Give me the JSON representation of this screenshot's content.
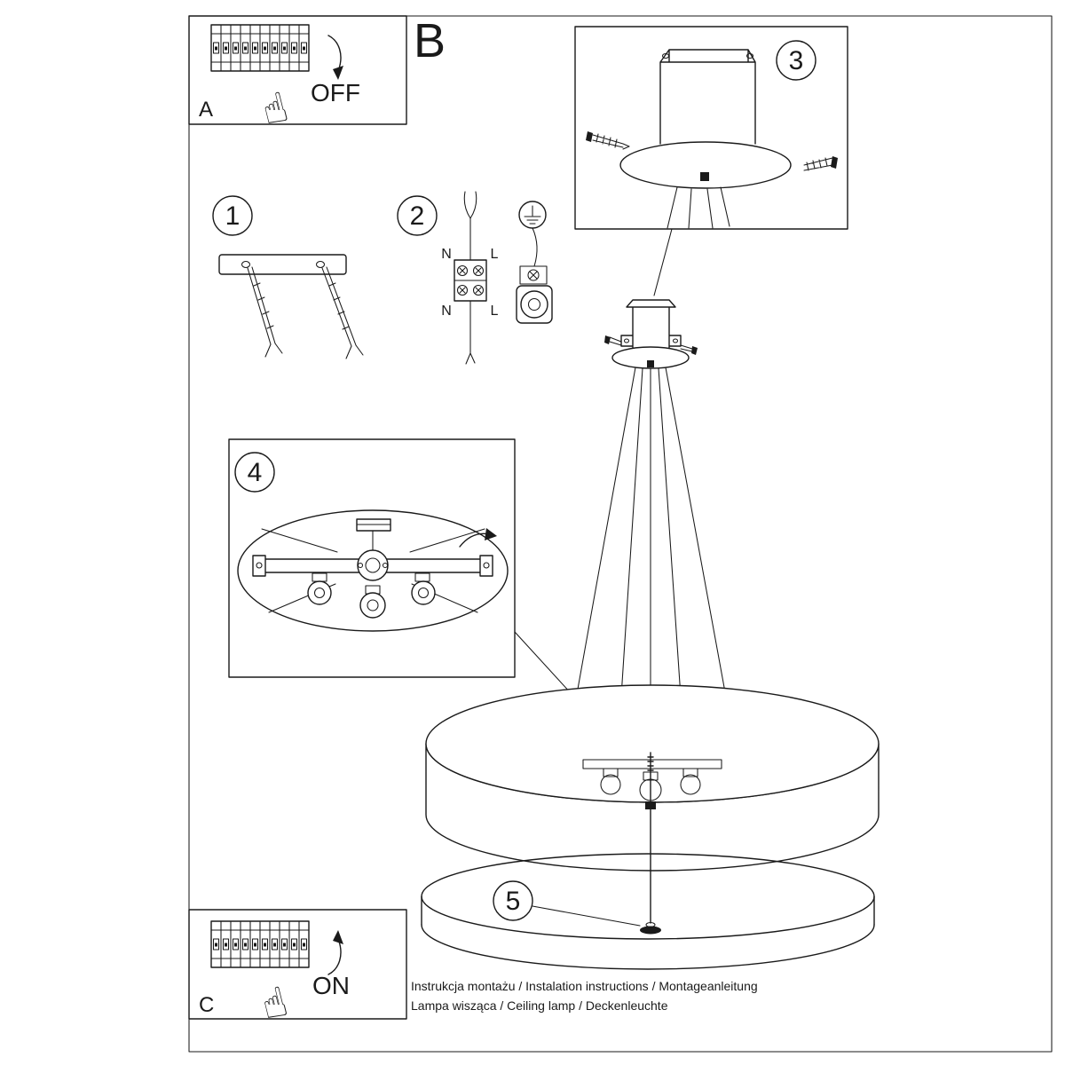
{
  "title_letter": "B",
  "steps": {
    "s1": "1",
    "s2": "2",
    "s3": "3",
    "s4": "4",
    "s5": "5"
  },
  "panels": {
    "a": {
      "label": "A",
      "state": "OFF"
    },
    "c": {
      "label": "C",
      "state": "ON"
    }
  },
  "wiring": {
    "n": "N",
    "l": "L"
  },
  "icons": {
    "hand": "☝"
  },
  "footer": {
    "line1": "Instrukcja montażu / Instalation instructions / Montageanleitung",
    "line2": "Lampa wisząca / Ceiling lamp / Deckenleuchte"
  },
  "colors": {
    "ink": "#1a1a1a",
    "paper": "#ffffff"
  }
}
